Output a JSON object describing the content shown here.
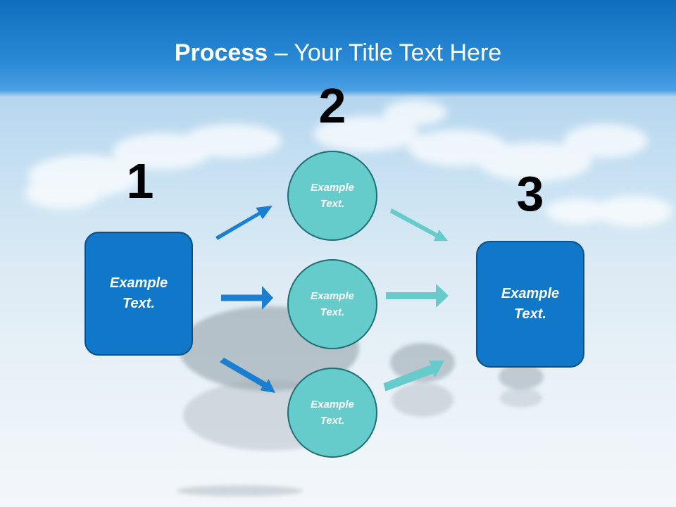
{
  "title": {
    "bold": "Process",
    "rest": " – Your Title Text Here"
  },
  "steps": [
    {
      "number": "1",
      "text": "Example Text."
    },
    {
      "number": "2",
      "text": "Example Text."
    },
    {
      "number": "3",
      "text": "Example Text."
    }
  ],
  "nodes": [
    "Example Text.",
    "Example Text.",
    "Example Text."
  ],
  "colors": {
    "box": "#1177c8",
    "circle": "#66cccb",
    "arrow_blue": "#1a7fd0",
    "arrow_teal": "#67cbcb"
  }
}
